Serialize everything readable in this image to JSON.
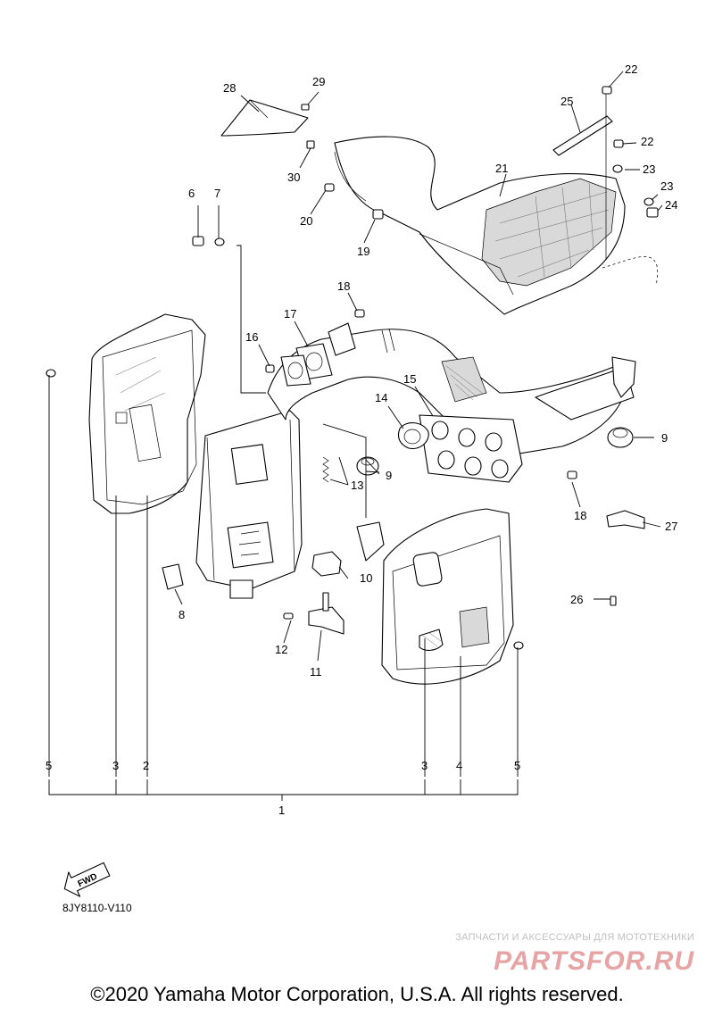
{
  "diagram": {
    "callouts": [
      "1",
      "2",
      "3",
      "3",
      "4",
      "5",
      "5",
      "6",
      "7",
      "8",
      "9",
      "9",
      "10",
      "11",
      "12",
      "13",
      "14",
      "15",
      "16",
      "17",
      "18",
      "18",
      "19",
      "20",
      "21",
      "22",
      "22",
      "23",
      "23",
      "24",
      "25",
      "26",
      "27",
      "28",
      "29",
      "30"
    ]
  },
  "fwd_label": "FWD",
  "diagram_code": "8JY8110-V110",
  "watermark": {
    "subtitle": "ЗАПЧАСТИ И АКСЕССУАРЫ ДЛЯ МОТОТЕХНИКИ",
    "logo": "PARTSFOR.RU"
  },
  "copyright": "©2020 Yamaha Motor Corporation, U.S.A. All rights reserved."
}
